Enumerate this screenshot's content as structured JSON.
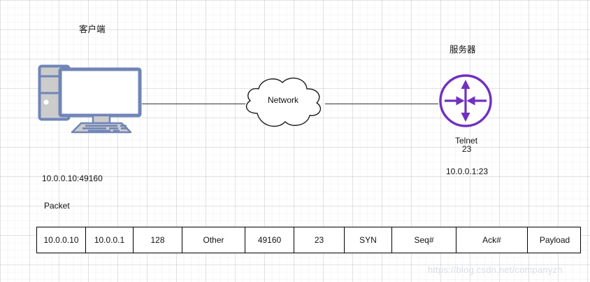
{
  "diagram": {
    "title_client": "客户端",
    "title_server": "服务器",
    "client": {
      "icon": "desktop-computer-icon",
      "address": "10.0.0.10:49160"
    },
    "network": {
      "icon": "cloud-icon",
      "label": "Network"
    },
    "server": {
      "icon": "router-icon",
      "service": "Telnet",
      "port": "23",
      "address": "10.0.0.1:23",
      "color": "#7030c0"
    },
    "links": [
      {
        "name": "client-to-network"
      },
      {
        "name": "network-to-server"
      }
    ],
    "packet": {
      "caption": "Packet",
      "fields": [
        {
          "name": "source-ip",
          "value": "10.0.0.10",
          "width": 70
        },
        {
          "name": "destination-ip",
          "value": "10.0.0.1",
          "width": 68
        },
        {
          "name": "ttl",
          "value": "128",
          "width": 70
        },
        {
          "name": "other",
          "value": "Other",
          "width": 90
        },
        {
          "name": "source-port",
          "value": "49160",
          "width": 70
        },
        {
          "name": "destination-port",
          "value": "23",
          "width": 72
        },
        {
          "name": "tcp-flag",
          "value": "SYN",
          "width": 68
        },
        {
          "name": "sequence-number",
          "value": "Seq#",
          "width": 92
        },
        {
          "name": "ack-number",
          "value": "Ack#",
          "width": 102
        },
        {
          "name": "payload",
          "value": "Payload",
          "width": 77
        }
      ]
    },
    "watermark": "https://blog.csdn.net/companyzh",
    "colors": {
      "pc_stroke": "#7085b8",
      "pc_fill": "#cccccc",
      "router_stroke": "#7030c0",
      "line": "#3a3a3a",
      "text": "#111111"
    }
  }
}
